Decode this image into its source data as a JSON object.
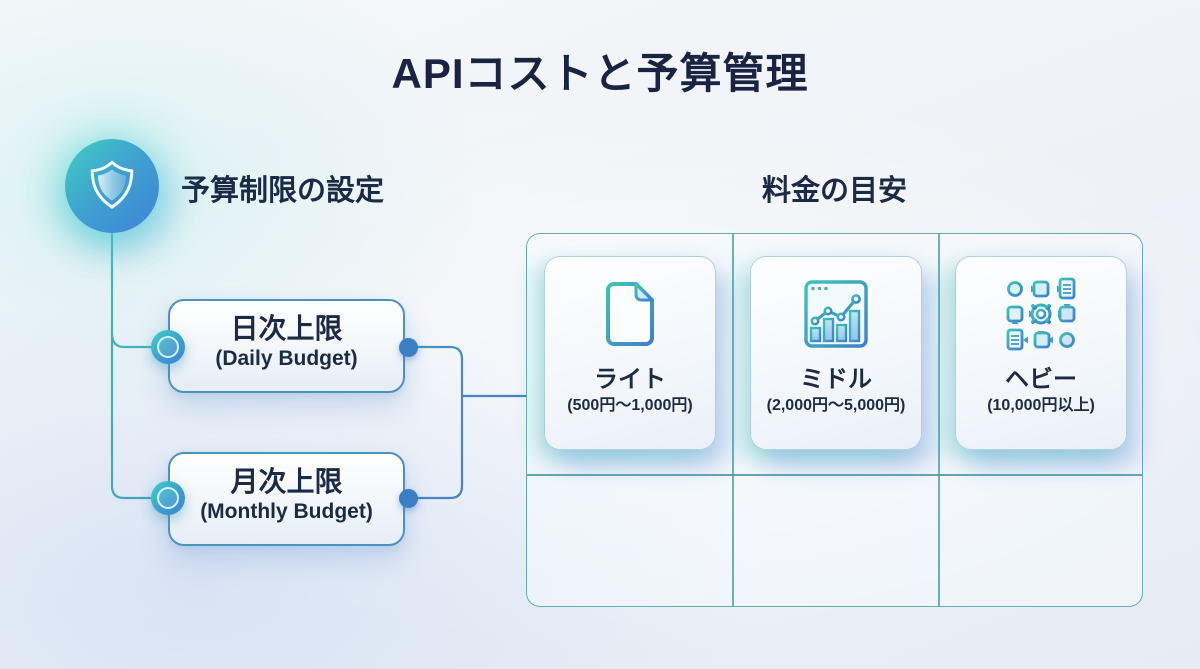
{
  "title": "APIコストと予算管理",
  "left_section": {
    "icon": "shield-icon",
    "heading": "予算制限の設定",
    "boxes": [
      {
        "label": "日次上限",
        "sublabel": "(Daily Budget)"
      },
      {
        "label": "月次上限",
        "sublabel": "(Monthly Budget)"
      }
    ]
  },
  "right_section": {
    "heading": "料金の目安",
    "table": {
      "columns": 3,
      "rows": 2,
      "empty_bottom_row": true
    },
    "tiers": [
      {
        "icon": "document-icon",
        "label": "ライト",
        "range": "(500円〜1,000円)"
      },
      {
        "icon": "analytics-icon",
        "label": "ミドル",
        "range": "(2,000円〜5,000円)"
      },
      {
        "icon": "workflow-icon",
        "label": "ヘビー",
        "range": "(10,000円以上)"
      }
    ]
  },
  "colors": {
    "accent_teal": "#3ecdc2",
    "accent_blue": "#3e85d6",
    "connector_line": "#4a97ba",
    "table_border": "#4aa0ac",
    "text": "#1b2a45",
    "background": "#eef1f6"
  }
}
